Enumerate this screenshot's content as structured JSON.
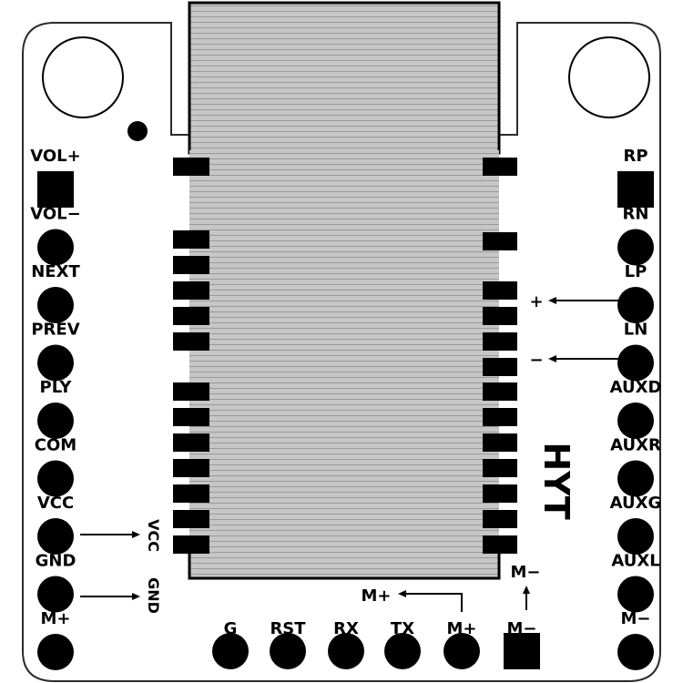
{
  "board": {
    "brand": "HYT",
    "left_pins": [
      {
        "label": "VOL+",
        "shape": "square"
      },
      {
        "label": "VOL−",
        "shape": "round"
      },
      {
        "label": "NEXT",
        "shape": "round"
      },
      {
        "label": "PREV",
        "shape": "round"
      },
      {
        "label": "PLY",
        "shape": "round"
      },
      {
        "label": "COM",
        "shape": "round"
      },
      {
        "label": "VCC",
        "shape": "round"
      },
      {
        "label": "GND",
        "shape": "round"
      },
      {
        "label": "M+",
        "shape": "round"
      }
    ],
    "right_pins": [
      {
        "label": "RP",
        "shape": "square"
      },
      {
        "label": "RN",
        "shape": "round"
      },
      {
        "label": "LP",
        "shape": "round"
      },
      {
        "label": "LN",
        "shape": "round"
      },
      {
        "label": "AUXD",
        "shape": "round"
      },
      {
        "label": "AUXR",
        "shape": "round"
      },
      {
        "label": "AUXG",
        "shape": "round"
      },
      {
        "label": "AUXL",
        "shape": "round"
      },
      {
        "label": "M−",
        "shape": "round"
      }
    ],
    "bottom_pins": [
      {
        "label": "G",
        "shape": "round"
      },
      {
        "label": "RST",
        "shape": "round"
      },
      {
        "label": "RX",
        "shape": "round"
      },
      {
        "label": "TX",
        "shape": "round"
      },
      {
        "label": "M+",
        "shape": "round"
      },
      {
        "label": "M−",
        "shape": "square"
      }
    ],
    "annotations": {
      "vcc": "VCC",
      "gnd": "GND",
      "plus": "+",
      "minus": "−",
      "m_plus": "M+",
      "m_minus": "M−"
    }
  }
}
